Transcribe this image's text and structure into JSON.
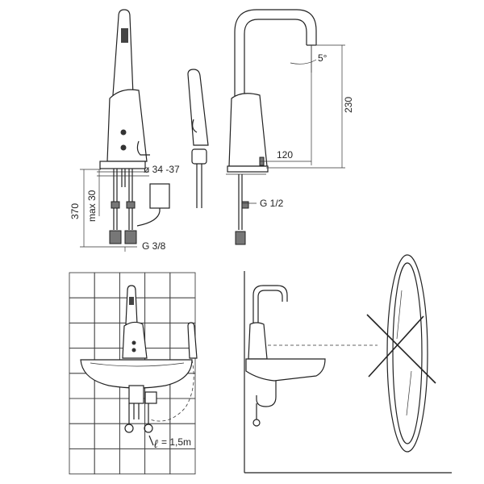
{
  "dimensions": {
    "d_pipe": "ø 34 -37",
    "max_height": "max 30",
    "total_height": "370",
    "g38": "G 3/8",
    "h230": "230",
    "reach": "120",
    "angle": "5°",
    "g12": "G 1/2",
    "cable_length": "= 1,5m",
    "cable_symbol": "ℓ"
  }
}
